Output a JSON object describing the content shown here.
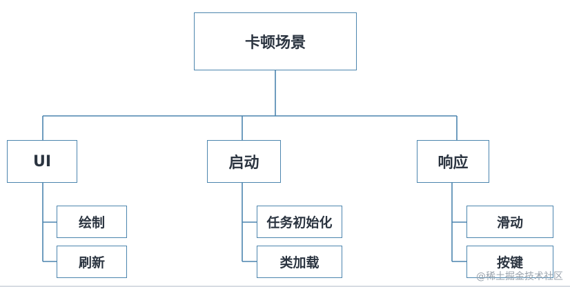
{
  "root": {
    "label": "卡顿场景"
  },
  "branches": [
    {
      "label": "UI",
      "children": [
        "绘制",
        "刷新"
      ]
    },
    {
      "label": "启动",
      "children": [
        "任务初始化",
        "类加载"
      ]
    },
    {
      "label": "响应",
      "children": [
        "滑动",
        "按键"
      ]
    }
  ],
  "watermark": "@稀土掘金技术社区",
  "colors": {
    "line": "#4a84ad",
    "text": "#2b3440",
    "background": "#ffffff"
  }
}
